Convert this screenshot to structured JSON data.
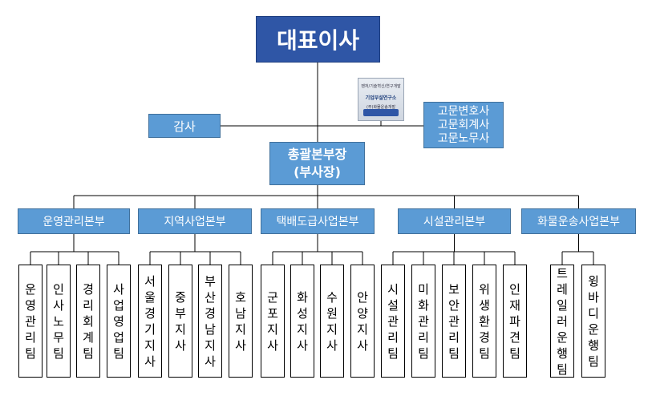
{
  "ceo": "대표이사",
  "auditor": "감사",
  "advisors": [
    "고문변호사",
    "고문회계사",
    "고문노무사"
  ],
  "badge": {
    "line1": "벤처/기술혁신/연구개발",
    "line2": "기업부설연구소",
    "line3": "(주)화물운송개발"
  },
  "general_manager": [
    "총괄본부장",
    "(부사장)"
  ],
  "divisions": [
    {
      "name": "운영관리본부",
      "teams": [
        "운영관리팀",
        "인사노무팀",
        "경리회계팀",
        "사업영업팀"
      ]
    },
    {
      "name": "지역사업본부",
      "teams": [
        "서울경기지사",
        "중부지사",
        "부산경남지사",
        "호남지사"
      ]
    },
    {
      "name": "택배도급사업본부",
      "teams": [
        "군포지사",
        "화성지사",
        "수원지사",
        "안양지사"
      ]
    },
    {
      "name": "시설관리본부",
      "teams": [
        "시설관리팀",
        "미화관리팀",
        "보안관리팀",
        "위생환경팀",
        "인재파견팀"
      ]
    },
    {
      "name": "화물운송사업본부",
      "teams": [
        "트레일러운행팀",
        "윙바디운행팀"
      ]
    }
  ],
  "colors": {
    "ceo": "#2f56a6",
    "box": "#5b9bd5",
    "line": "#000000"
  }
}
